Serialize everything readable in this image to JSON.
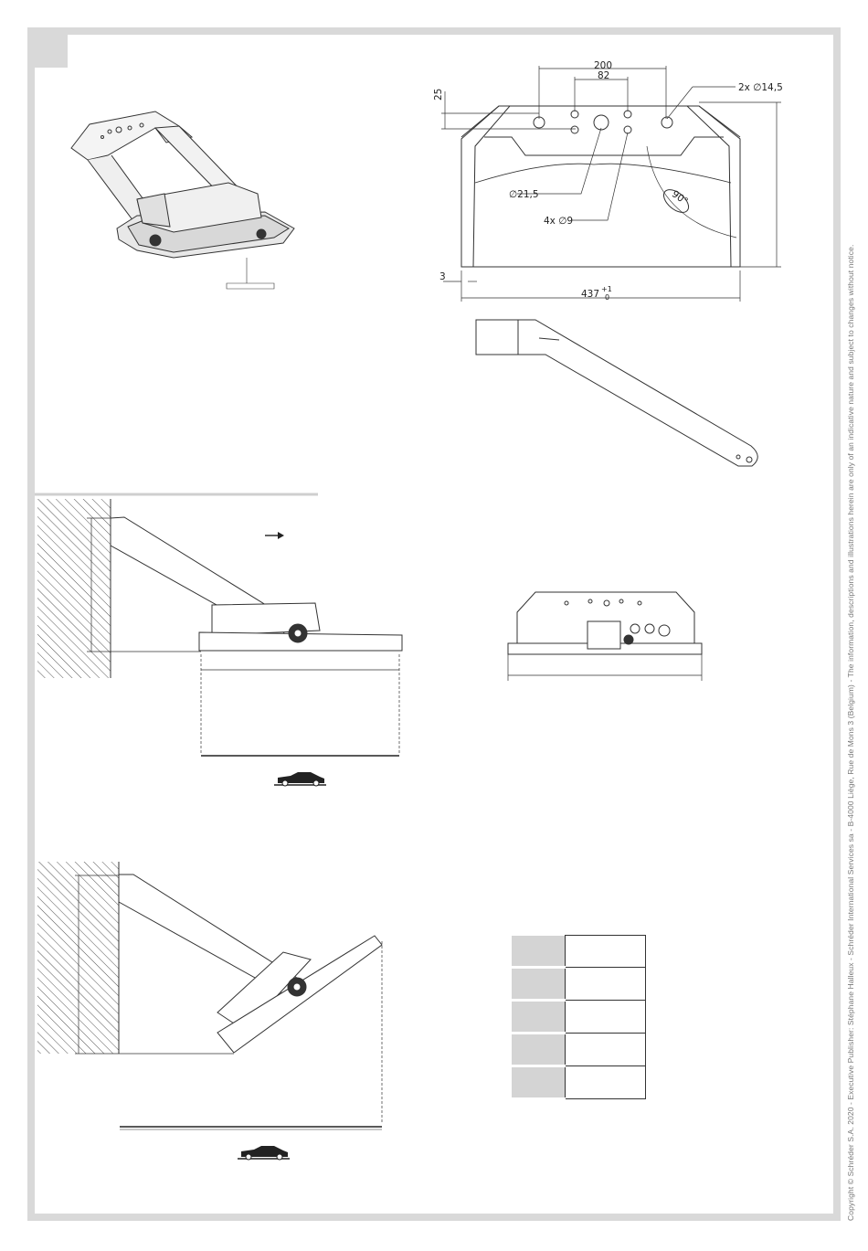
{
  "copyright": "Copyright © Schréder S.A. 2020 - Executive Publisher: Stéphane Halleux - Schréder International Services sa - B-4000 Liège, Rue de Mons 3 (Belgium) - The information, descriptions and illustrations herein are only of an indicative nature and subject to changes without notice.",
  "dimensions": {
    "d200": "200",
    "d82": "82",
    "d25": "25",
    "hole_large": "2x ∅14,5",
    "hole_center": "∅21,5",
    "holes_small": "4x ∅9",
    "angle": "90°",
    "d3": "3",
    "d437": "437",
    "tol_plus": "+1",
    "tol_zero": "0"
  },
  "table_rows": [
    {
      "key": "",
      "value": ""
    },
    {
      "key": "",
      "value": ""
    },
    {
      "key": "",
      "value": ""
    },
    {
      "key": "",
      "value": ""
    },
    {
      "key": "",
      "value": ""
    }
  ]
}
